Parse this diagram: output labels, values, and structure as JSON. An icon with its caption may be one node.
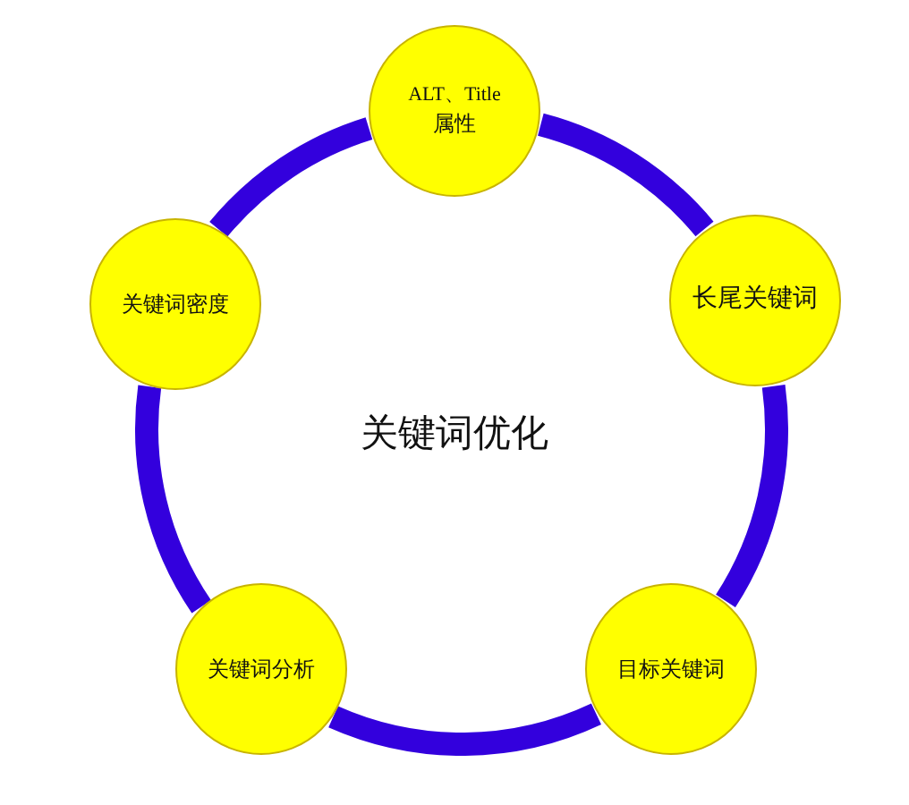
{
  "diagram": {
    "title": "关键词优化",
    "nodes": [
      {
        "text": [
          "ALT、Title",
          "属性"
        ]
      },
      {
        "text": [
          "长尾关键词"
        ]
      },
      {
        "text": [
          "目标关键词"
        ]
      },
      {
        "text": [
          "关键词分析"
        ]
      },
      {
        "text": [
          "关键词密度"
        ]
      }
    ],
    "edges": [
      {
        "from": 0,
        "to": 1,
        "arrow": "none"
      },
      {
        "from": 1,
        "to": 2,
        "arrow": "none"
      },
      {
        "from": 2,
        "to": 3,
        "arrow": "none"
      },
      {
        "from": 3,
        "to": 4,
        "arrow": "none"
      },
      {
        "from": 4,
        "to": 0,
        "arrow": "none"
      }
    ]
  }
}
